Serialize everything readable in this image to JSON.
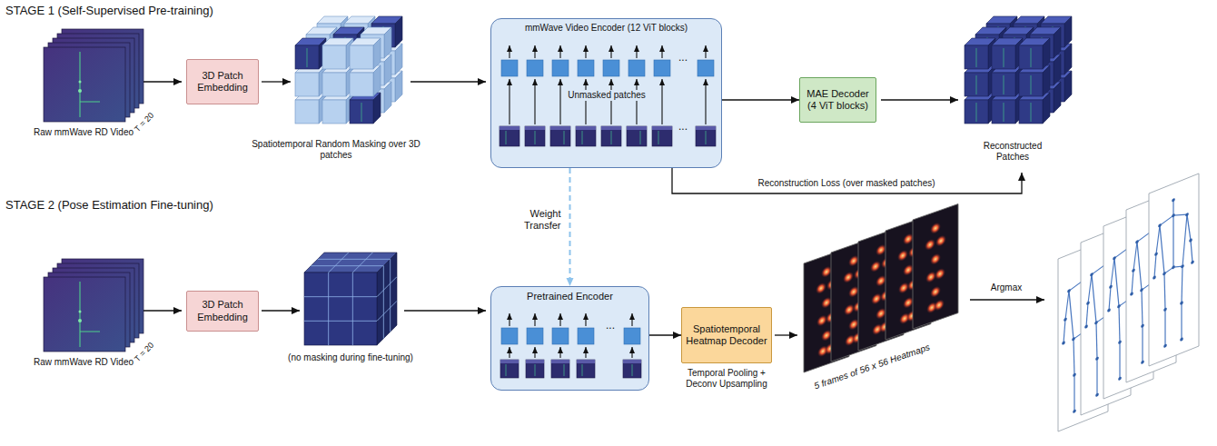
{
  "diagram": {
    "nodes": [
      {
        "text": [
          "3D Patch Embedding"
        ]
      },
      {
        "text": [
          "mmWave Video Encoder (12 ViT blocks)"
        ]
      },
      {
        "text": [
          "MAE Decoder (4 ViT blocks)"
        ]
      },
      {
        "text": [
          "3D Patch Embedding"
        ]
      },
      {
        "text": [
          "Pretrained Encoder"
        ]
      },
      {
        "text": [
          "Spatiotemporal Heatmap Decoder"
        ]
      }
    ],
    "edges": [
      {
        "from": 1,
        "to": 2,
        "arrow": "to"
      },
      {
        "from": 1,
        "to": 4,
        "arrow": "to",
        "label": "Weight Transfer"
      },
      {
        "from": 4,
        "to": 5,
        "arrow": "to"
      }
    ],
    "labels": [
      "STAGE 1 (Self-Supervised Pre-training)",
      "Raw mmWave RD Video",
      "T = 20",
      "Spatiotemporal Random Masking over 3D patches",
      "Unmasked patches",
      "...",
      "...",
      "Reconstructed Patches",
      "Reconstruction Loss (over masked patches)",
      "STAGE 2 (Pose Estimation Fine-tuning)",
      "Raw mmWave RD Video",
      "T = 20",
      "(no masking during fine-tuning)",
      "...",
      "Temporal Pooling + Deconv Upsampling",
      "5 frames of 56 x 56 Heatmaps",
      "Argmax"
    ]
  }
}
